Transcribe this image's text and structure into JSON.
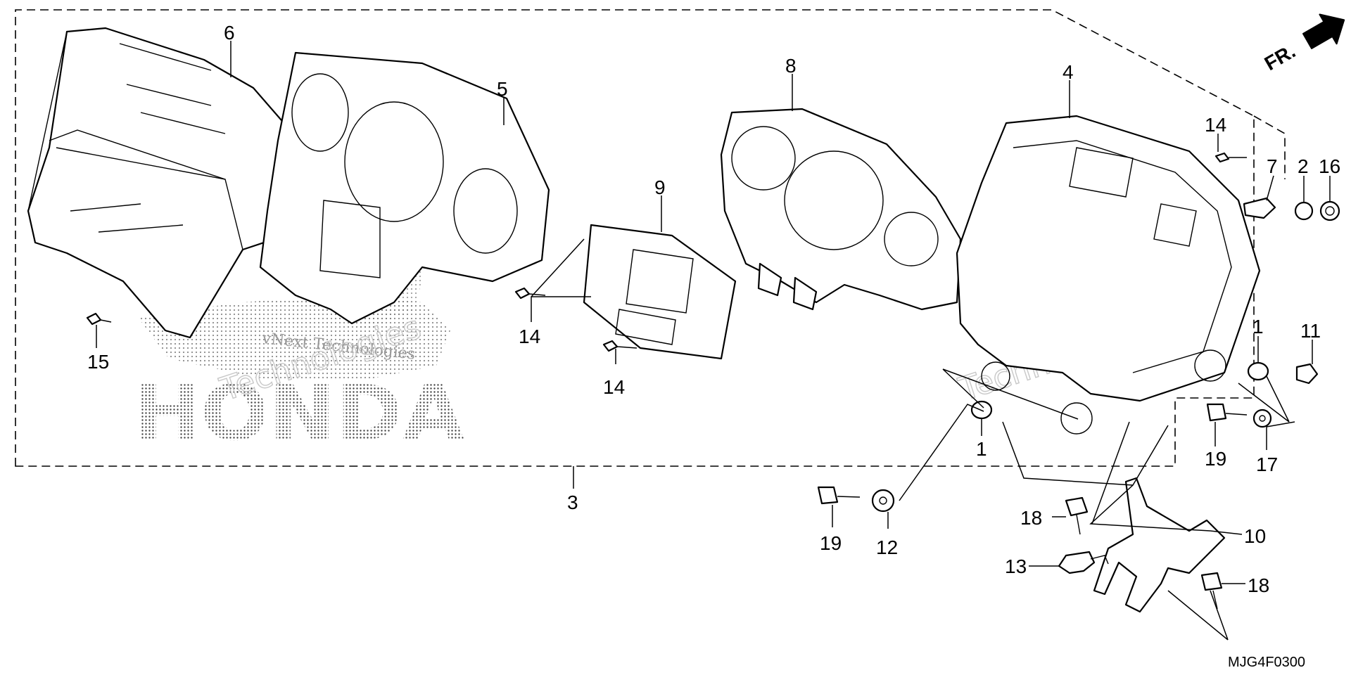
{
  "diagram": {
    "direction_label": "FR.",
    "diagram_code": "MJG4F0300",
    "brand_mark": "HONDA",
    "watermark": {
      "line1": "vNext",
      "line2": "Technologies",
      "combined": "vNext Technologies"
    },
    "callouts": [
      {
        "id": "c6",
        "label": "6"
      },
      {
        "id": "c5",
        "label": "5"
      },
      {
        "id": "c8",
        "label": "8"
      },
      {
        "id": "c4",
        "label": "4"
      },
      {
        "id": "c9",
        "label": "9"
      },
      {
        "id": "c14a",
        "label": "14"
      },
      {
        "id": "c14b",
        "label": "14"
      },
      {
        "id": "c14c",
        "label": "14"
      },
      {
        "id": "c15",
        "label": "15"
      },
      {
        "id": "c3",
        "label": "3"
      },
      {
        "id": "c7",
        "label": "7"
      },
      {
        "id": "c2",
        "label": "2"
      },
      {
        "id": "c16",
        "label": "16"
      },
      {
        "id": "c1a",
        "label": "1"
      },
      {
        "id": "c11",
        "label": "11"
      },
      {
        "id": "c1b",
        "label": "1"
      },
      {
        "id": "c19a",
        "label": "19"
      },
      {
        "id": "c17",
        "label": "17"
      },
      {
        "id": "c19b",
        "label": "19"
      },
      {
        "id": "c12",
        "label": "12"
      },
      {
        "id": "c18a",
        "label": "18"
      },
      {
        "id": "c10",
        "label": "10"
      },
      {
        "id": "c13",
        "label": "13"
      },
      {
        "id": "c18b",
        "label": "18"
      }
    ]
  }
}
